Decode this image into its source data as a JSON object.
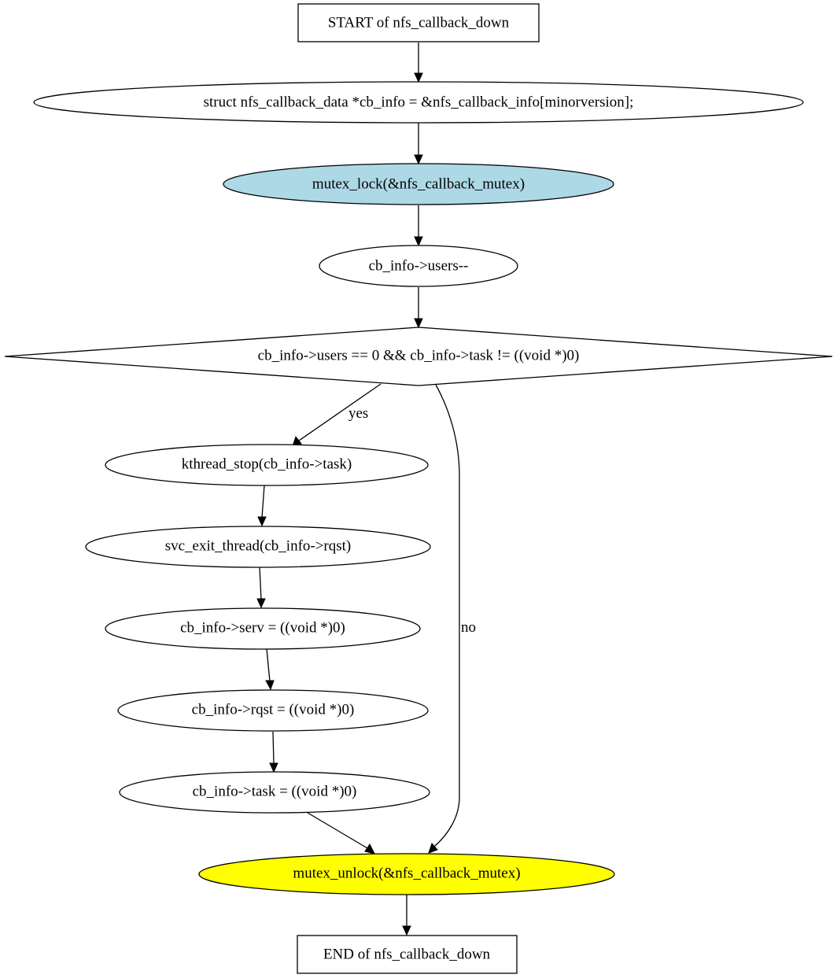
{
  "diagram": {
    "nodes": {
      "start": {
        "label": "START of nfs_callback_down",
        "shape": "box",
        "fill": "#ffffff"
      },
      "decl": {
        "label": "struct nfs_callback_data *cb_info = &nfs_callback_info[minorversion];",
        "shape": "ellipse",
        "fill": "#ffffff"
      },
      "lock": {
        "label": "mutex_lock(&nfs_callback_mutex)",
        "shape": "ellipse",
        "fill": "#add8e6"
      },
      "dec_users": {
        "label": "cb_info->users--",
        "shape": "ellipse",
        "fill": "#ffffff"
      },
      "cond": {
        "label": "cb_info->users == 0 && cb_info->task != ((void *)0)",
        "shape": "diamond",
        "fill": "#ffffff"
      },
      "kthread_stop": {
        "label": "kthread_stop(cb_info->task)",
        "shape": "ellipse",
        "fill": "#ffffff"
      },
      "svc_exit": {
        "label": "svc_exit_thread(cb_info->rqst)",
        "shape": "ellipse",
        "fill": "#ffffff"
      },
      "set_serv": {
        "label": "cb_info->serv = ((void *)0)",
        "shape": "ellipse",
        "fill": "#ffffff"
      },
      "set_rqst": {
        "label": "cb_info->rqst = ((void *)0)",
        "shape": "ellipse",
        "fill": "#ffffff"
      },
      "set_task": {
        "label": "cb_info->task = ((void *)0)",
        "shape": "ellipse",
        "fill": "#ffffff"
      },
      "unlock": {
        "label": "mutex_unlock(&nfs_callback_mutex)",
        "shape": "ellipse",
        "fill": "#ffff00"
      },
      "end": {
        "label": "END of nfs_callback_down",
        "shape": "box",
        "fill": "#ffffff"
      }
    },
    "edges": [
      {
        "id": "start-decl",
        "from": "start",
        "to": "decl",
        "label": ""
      },
      {
        "id": "decl-lock",
        "from": "decl",
        "to": "lock",
        "label": ""
      },
      {
        "id": "lock-dec_users",
        "from": "lock",
        "to": "dec_users",
        "label": ""
      },
      {
        "id": "dec_users-cond",
        "from": "dec_users",
        "to": "cond",
        "label": ""
      },
      {
        "id": "cond-kthread_stop",
        "from": "cond",
        "to": "kthread_stop",
        "label": "yes"
      },
      {
        "id": "cond-unlock",
        "from": "cond",
        "to": "unlock",
        "label": "no"
      },
      {
        "id": "kthread_stop-svc_exit",
        "from": "kthread_stop",
        "to": "svc_exit",
        "label": ""
      },
      {
        "id": "svc_exit-set_serv",
        "from": "svc_exit",
        "to": "set_serv",
        "label": ""
      },
      {
        "id": "set_serv-set_rqst",
        "from": "set_serv",
        "to": "set_rqst",
        "label": ""
      },
      {
        "id": "set_rqst-set_task",
        "from": "set_rqst",
        "to": "set_task",
        "label": ""
      },
      {
        "id": "set_task-unlock",
        "from": "set_task",
        "to": "unlock",
        "label": ""
      },
      {
        "id": "unlock-end",
        "from": "unlock",
        "to": "end",
        "label": ""
      }
    ]
  }
}
